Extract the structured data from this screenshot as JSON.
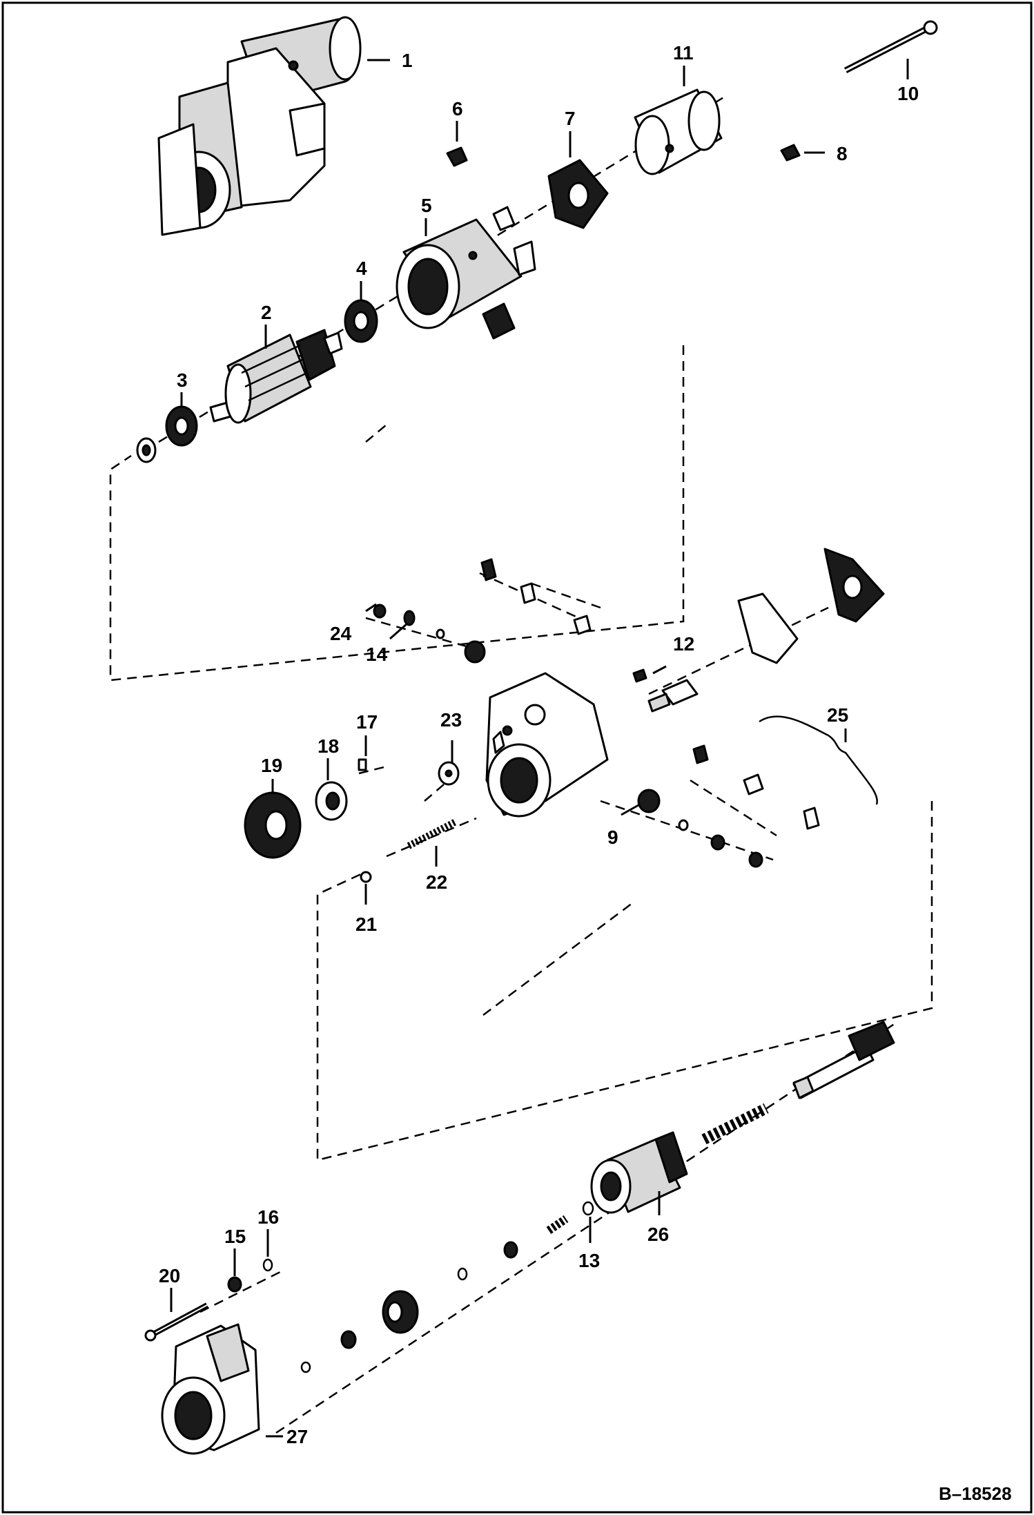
{
  "figure_id": "B–18528",
  "callouts": {
    "c1": "1",
    "c2": "2",
    "c3": "3",
    "c4": "4",
    "c5": "5",
    "c6": "6",
    "c7": "7",
    "c8": "8",
    "c9": "9",
    "c10": "10",
    "c11": "11",
    "c12": "12",
    "c13": "13",
    "c14": "14",
    "c15": "15",
    "c16": "16",
    "c17": "17",
    "c18": "18",
    "c19": "19",
    "c20": "20",
    "c21": "21",
    "c22": "22",
    "c23": "23",
    "c24": "24",
    "c25": "25",
    "c26": "26",
    "c27": "27"
  }
}
